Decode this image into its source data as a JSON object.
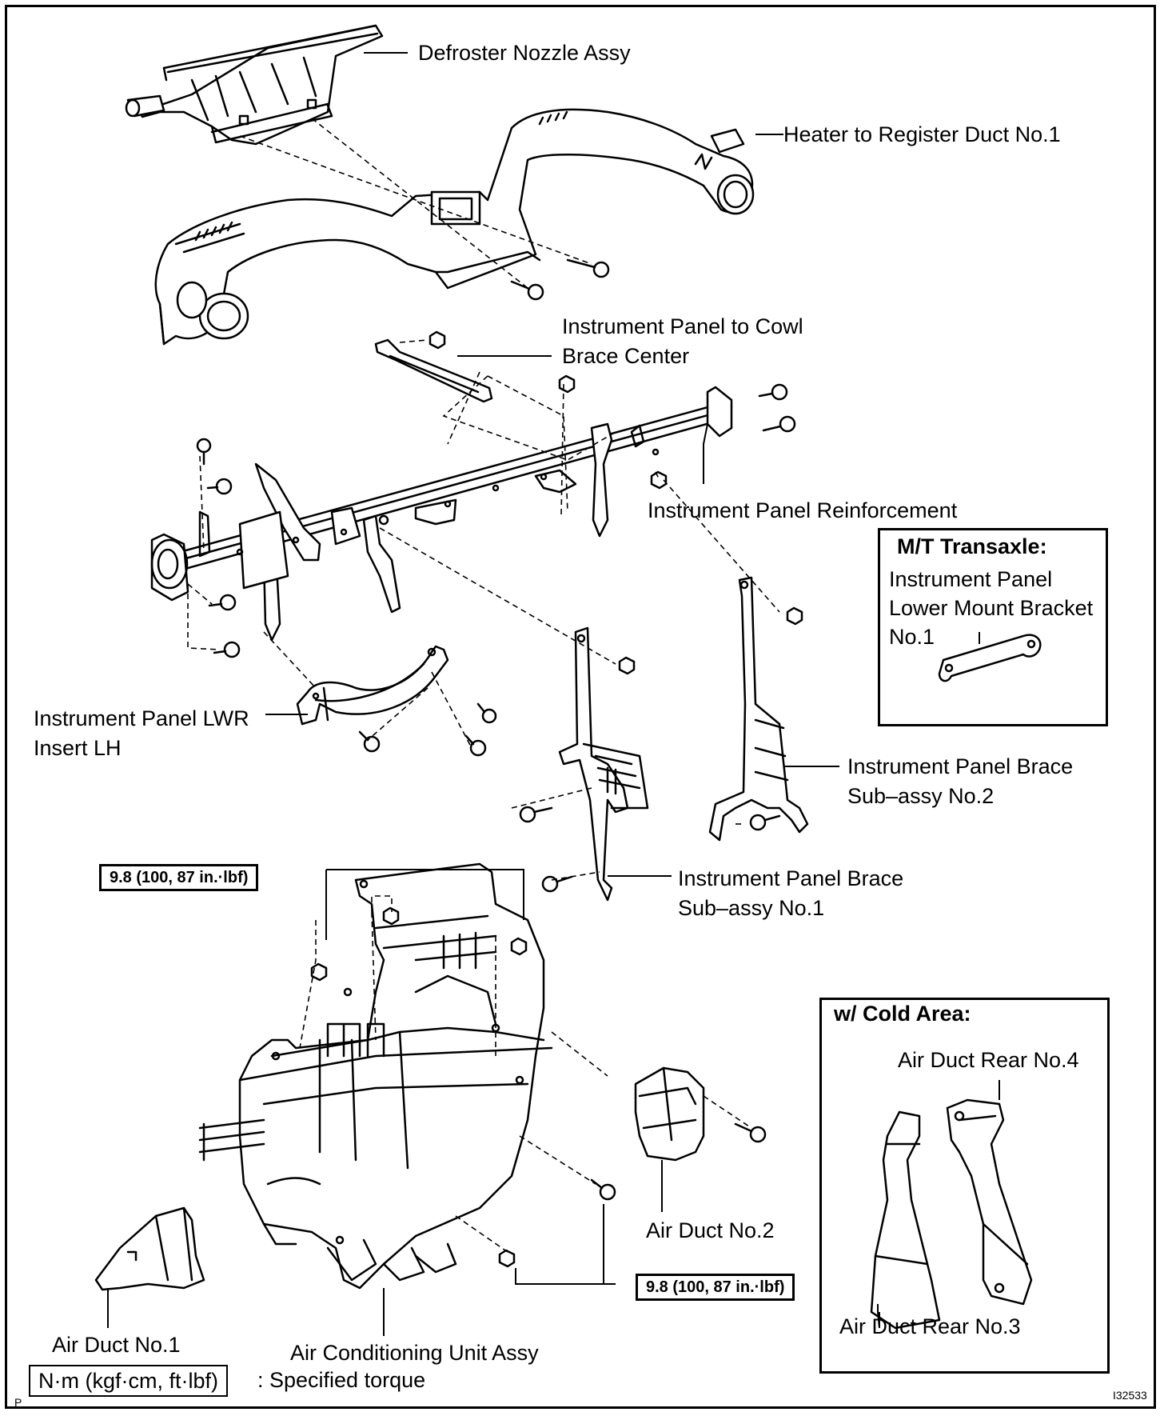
{
  "labels": {
    "defroster_nozzle": "Defroster Nozzle Assy",
    "heater_register_duct": "Heater to Register Duct No.1",
    "cowl_brace": [
      "Instrument Panel to Cowl",
      "Brace Center"
    ],
    "reinforcement": "Instrument Panel Reinforcement",
    "lwr_insert": [
      "Instrument Panel LWR",
      "Insert LH"
    ],
    "brace_no2": [
      "Instrument Panel Brace",
      "Sub–assy No.2"
    ],
    "brace_no1": [
      "Instrument Panel Brace",
      "Sub–assy No.1"
    ],
    "air_duct_no2": "Air Duct No.2",
    "air_duct_no1": "Air Duct No.1",
    "ac_unit": "Air Conditioning Unit Assy"
  },
  "mt_box": {
    "title": "M/T Transaxle:",
    "lines": [
      "Instrument Panel",
      "Lower Mount Bracket",
      "No.1"
    ]
  },
  "cold_box": {
    "title": "w/ Cold Area:",
    "rear_no4": "Air Duct Rear No.4",
    "rear_no3": "Air Duct Rear No.3"
  },
  "torque": {
    "upper": "9.8 (100, 87 in.·lbf)",
    "lower": "9.8 (100, 87 in.·lbf)"
  },
  "legend": {
    "unit": "N·m (kgf·cm, ft·lbf)",
    "text": ": Specified torque"
  },
  "figure_id": "I32533",
  "corner_mark": "P"
}
